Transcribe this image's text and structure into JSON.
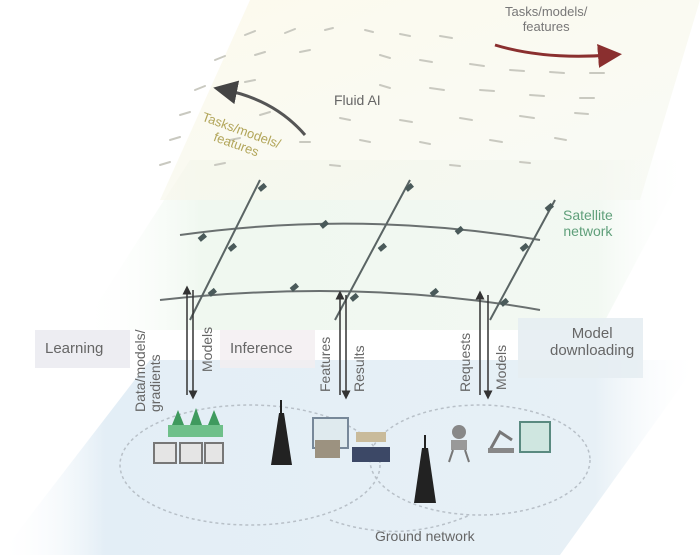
{
  "diagram": {
    "layers": {
      "fluid_ai": {
        "label": "Fluid AI",
        "color": "#f4f1e6"
      },
      "satellite": {
        "label_line1": "Satellite",
        "label_line2": "network",
        "color": "#eef6ee",
        "label_color": "#4a9a6a"
      },
      "ground": {
        "label": "Ground network",
        "color": "#e6eff5"
      }
    },
    "flow_arrows": {
      "top_right": {
        "line1": "Tasks/models/",
        "line2": "features",
        "color": "#9b3a3a"
      },
      "top_left": {
        "line1": "Tasks/models/",
        "line2": "features",
        "color": "#b8a848"
      }
    },
    "tasks": [
      {
        "name": "Learning",
        "up_label_line1": "Data/models/",
        "up_label_line2": "gradients",
        "down_label": "Models"
      },
      {
        "name": "Inference",
        "up_label": "Features",
        "down_label": "Results"
      },
      {
        "name_line1": "Model",
        "name_line2": "downloading",
        "up_label": "Requests",
        "down_label": "Models"
      }
    ],
    "icons": [
      "forest-sensor-icon",
      "base-station-tower-icon",
      "factory-machine-icon",
      "vehicle-icon",
      "base-station-tower-icon",
      "robot-icon",
      "robotic-arm-icon"
    ]
  }
}
